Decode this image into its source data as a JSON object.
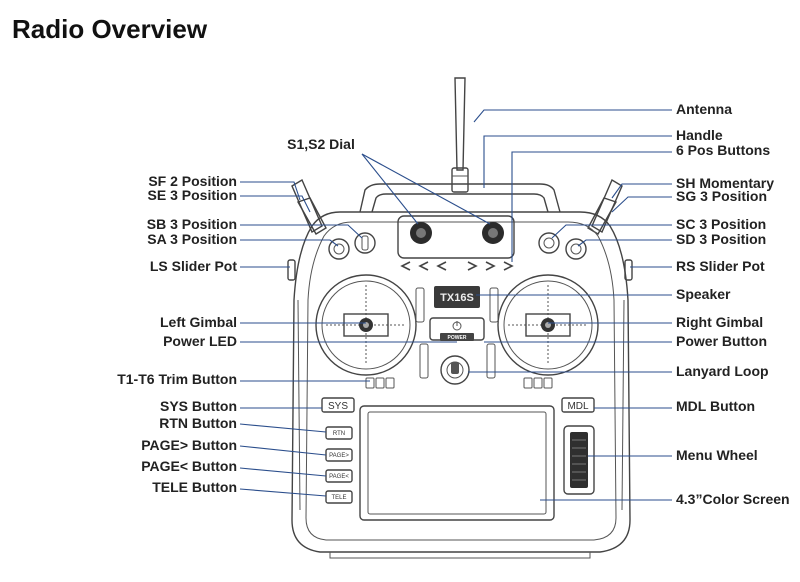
{
  "header": {
    "title": "Radio Overview"
  },
  "device": {
    "logo_text": "TX16S",
    "power_label": "POWER",
    "sys_button": "SYS",
    "mdl_button": "MDL",
    "rtn_button": "RTN",
    "page_next_button": "PAGE>",
    "page_prev_button": "PAGE<",
    "tele_button": "TELE"
  },
  "labels": {
    "antenna": "Antenna",
    "handle": "Handle",
    "six_pos": "6 Pos Buttons",
    "dial": "S1,S2 Dial",
    "sf": "SF 2 Position",
    "se": "SE 3 Position",
    "sb": "SB 3 Position",
    "sa": "SA 3 Position",
    "ls": "LS Slider Pot",
    "left_gimbal": "Left Gimbal",
    "power_led": "Power LED",
    "trim": "T1-T6 Trim Button",
    "sys": "SYS Button",
    "rtn": "RTN Button",
    "page_next": "PAGE> Button",
    "page_prev": "PAGE< Button",
    "tele": "TELE Button",
    "sh": "SH Momentary",
    "sg": "SG 3 Position",
    "sc": "SC 3 Position",
    "sd": "SD 3 Position",
    "rs": "RS Slider Pot",
    "speaker": "Speaker",
    "right_gimbal": "Right Gimbal",
    "power_button": "Power Button",
    "lanyard": "Lanyard Loop",
    "mdl": "MDL Button",
    "menu_wheel": "Menu Wheel",
    "screen": "4.3”Color Screen"
  },
  "colors": {
    "leader_line": "#2b4e8c",
    "outline": "#444444",
    "text": "#222222"
  }
}
